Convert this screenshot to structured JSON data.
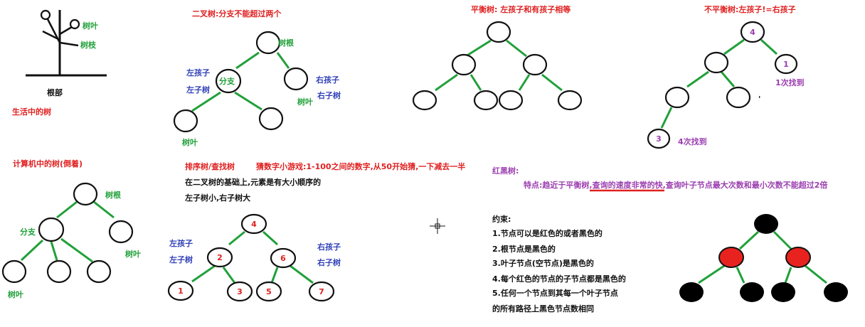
{
  "life_tree": {
    "leaf": "树叶",
    "branch": "树枝",
    "root": "根部",
    "caption": "生活中的树"
  },
  "binary_tree": {
    "title": "二叉树:分支不能超过两个",
    "root_label": "树根",
    "branch_node": "分支",
    "left_child": "左孩子",
    "left_subtree": "左子树",
    "right_child": "右孩子",
    "right_subtree": "右子树",
    "leaf_left": "树叶",
    "leaf_right": "树叶"
  },
  "balanced_tree": {
    "title": "平衡树: 左孩子和有孩子相等"
  },
  "unbalanced_tree": {
    "title": "不平衡树:左孩子!=右孩子",
    "root_value": "4",
    "right_value": "1",
    "right_found": "1次找到",
    "deep_value": "3",
    "deep_found": "4次找到"
  },
  "computer_tree": {
    "title": "计算机中的树(倒着)",
    "root_label": "树根",
    "branch_label": "分支",
    "leaf_left": "树叶",
    "leaf_right": "树叶"
  },
  "sorted_tree": {
    "title": "排序树/查找树",
    "game_text": "猜数字小游戏:1-100之间的数字,从50开始猜,一下减去一半",
    "line1": "在二叉树的基础上,元素是有大小顺序的",
    "line2": "左子树小,右子树大",
    "left_child": "左孩子",
    "left_subtree": "左子树",
    "right_child": "右孩子",
    "right_subtree": "右子树",
    "values": [
      "4",
      "2",
      "6",
      "1",
      "3",
      "5",
      "7"
    ]
  },
  "red_black_tree": {
    "title": "红黑树:",
    "feature_prefix": "特点:趋近于平衡树,",
    "feature_underlined": "查询的速度非常的快",
    "feature_suffix": ",查询叶子节点最大次数和最小次数不能超过2倍",
    "constraints_title": "约束:",
    "constraints": [
      "1.节点可以是红色的或者黑色的",
      "2.根节点是黑色的",
      "3.叶子节点(空节点)是黑色的",
      "4.每个红色的节点的子节点都是黑色的",
      "5.任何一个节点到其每一个叶子节点",
      "的所有路径上黑色节点数相同"
    ],
    "colors": {
      "red": "#e8231f",
      "black": "#000000"
    }
  }
}
